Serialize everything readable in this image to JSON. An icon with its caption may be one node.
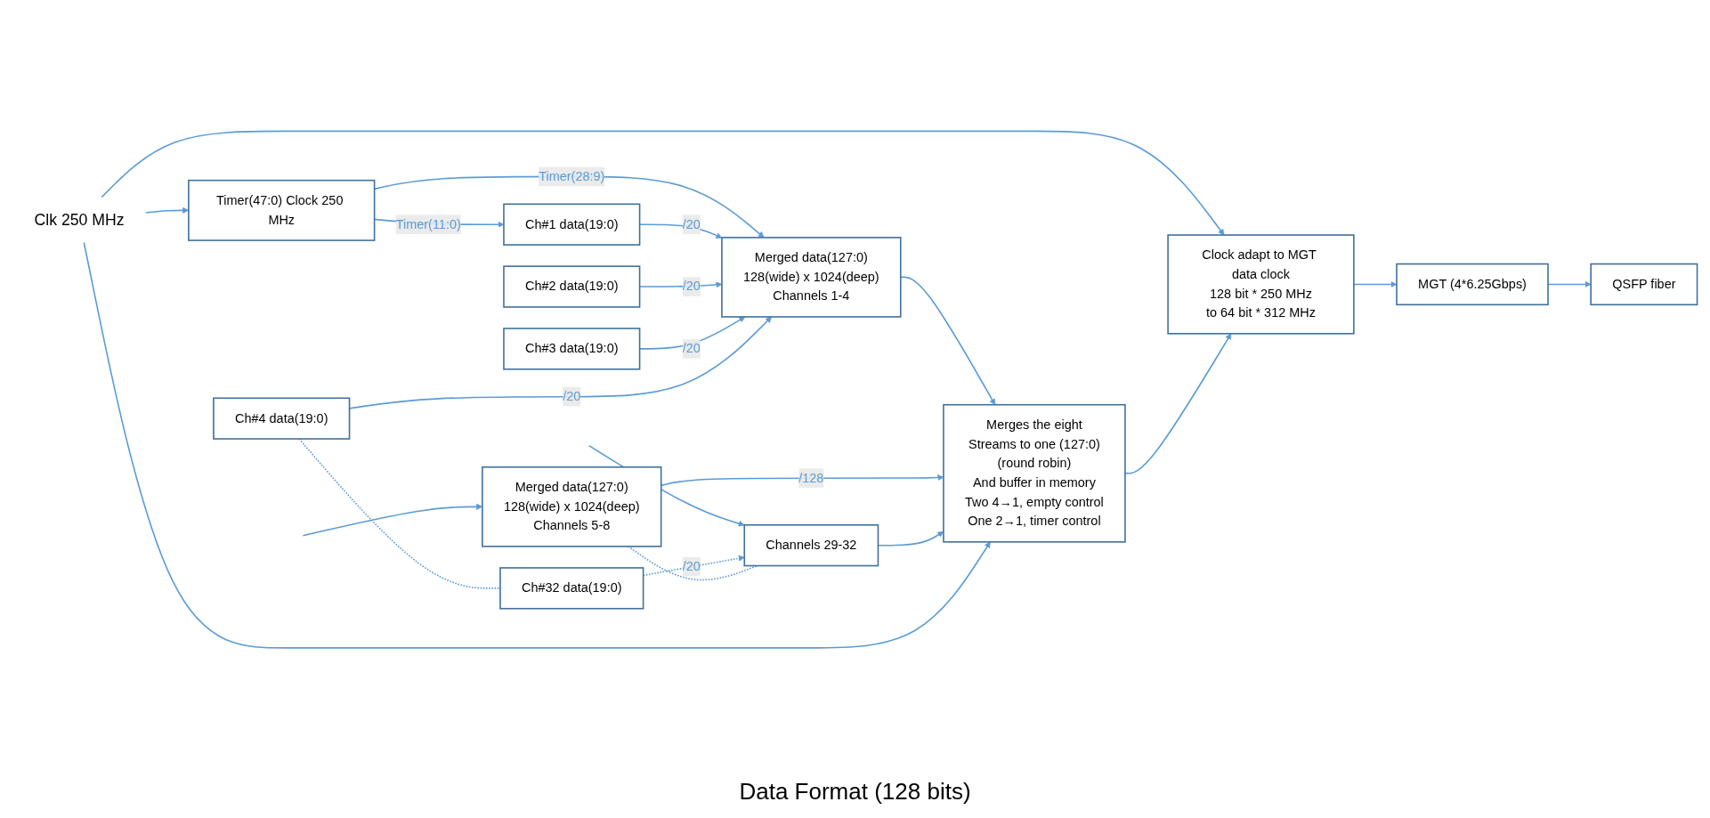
{
  "diagram": {
    "caption": "Data Format (128 bits)",
    "nodes": [
      {
        "text": [
          "Ch#1 data(19:0)"
        ]
      },
      {
        "text": [
          "Ch#2 data(19:0)"
        ]
      },
      {
        "text": [
          "Ch#3 data(19:0)"
        ]
      },
      {
        "text": [
          "Ch#4 data(19:0)"
        ]
      },
      {
        "text": [
          "Ch#32 data(19:0)"
        ]
      },
      {
        "text": [
          "Timer(47:0) Clock 250 MHz"
        ]
      },
      {
        "text": [
          "Merged data(127:0)",
          "128(wide) x 1024(deep)",
          "Channels 1-4"
        ]
      },
      {
        "text": [
          "Merged data(127:0)",
          "128(wide) x 1024(deep)",
          "Channels 5-8"
        ]
      },
      {
        "text": [
          "Channels 29-32"
        ]
      },
      {
        "text": [
          "Clk 250 MHz"
        ]
      },
      {
        "text": [
          "Merges the eight",
          "Streams to one (127:0)",
          "(round robin)",
          "And buffer in memory",
          "Two 4→1, empty control",
          "One 2→1, timer control"
        ]
      },
      {
        "text": [
          "Clock adapt to MGT data clock",
          "128 bit * 250 MHz",
          "to 64 bit * 312 MHz"
        ]
      },
      {
        "text": [
          "MGT (4*6.25Gbps)"
        ]
      },
      {
        "text": [
          "QSFP fiber"
        ]
      }
    ],
    "edges": [
      {
        "from": 5,
        "to": 0,
        "arrow": "to",
        "label": "Timer(11:0)"
      },
      {
        "from": 5,
        "to": 6,
        "arrow": "to",
        "label": "Timer(28:9)"
      },
      {
        "from": 0,
        "to": 6,
        "arrow": "to",
        "label": "/20"
      },
      {
        "from": 1,
        "to": 6,
        "arrow": "to",
        "label": "/20"
      },
      {
        "from": 2,
        "to": 6,
        "arrow": "to",
        "label": "/20"
      },
      {
        "from": 3,
        "to": 6,
        "arrow": "to",
        "label": "/20"
      },
      {
        "from": null,
        "to": 7,
        "arrow": "to"
      },
      {
        "from": null,
        "to": 8,
        "arrow": "to"
      },
      {
        "from": 4,
        "to": 8,
        "arrow": "to",
        "label": "/20",
        "style": "dashed"
      },
      {
        "from": 3,
        "to": 4,
        "arrow": "none",
        "style": "dashed"
      },
      {
        "from": 7,
        "to": 8,
        "arrow": "none",
        "style": "dashed"
      },
      {
        "from": 6,
        "to": 10,
        "arrow": "to"
      },
      {
        "from": 7,
        "to": 10,
        "arrow": "to",
        "label": "/128"
      },
      {
        "from": 8,
        "to": 10,
        "arrow": "to"
      },
      {
        "from": 9,
        "to": 5,
        "arrow": "to"
      },
      {
        "from": 9,
        "to": 10,
        "arrow": "to"
      },
      {
        "from": 9,
        "to": 11,
        "arrow": "to"
      },
      {
        "from": 10,
        "to": 11,
        "arrow": "to"
      },
      {
        "from": 11,
        "to": 12,
        "arrow": "to"
      },
      {
        "from": 12,
        "to": 13,
        "arrow": "to"
      }
    ]
  }
}
